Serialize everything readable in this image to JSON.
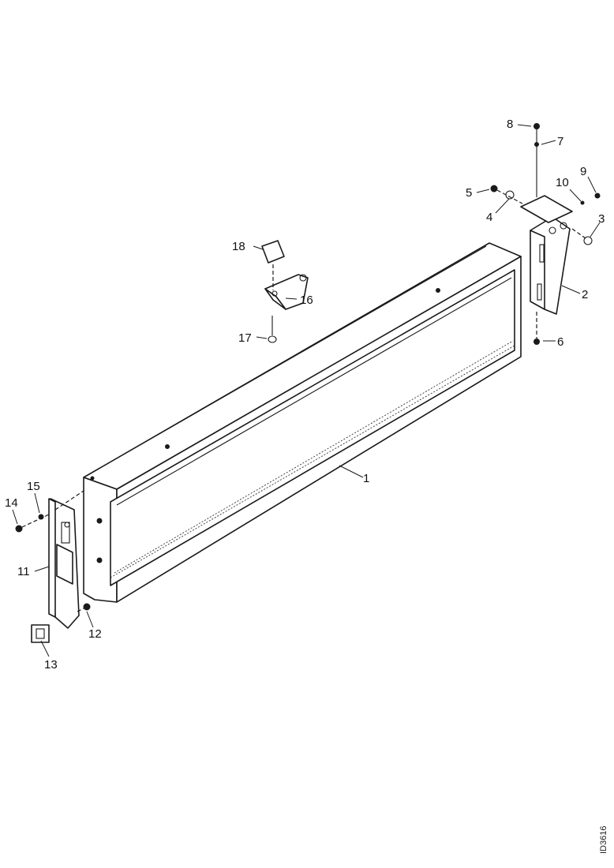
{
  "diagram": {
    "labels": {
      "p1": "1",
      "p2": "2",
      "p3": "3",
      "p4": "4",
      "p5": "5",
      "p6": "6",
      "p7": "7",
      "p8": "8",
      "p9": "9",
      "p10": "10",
      "p11": "11",
      "p12": "12",
      "p13": "13",
      "p14": "14",
      "p15": "15",
      "p16": "16",
      "p17": "17",
      "p18": "18"
    },
    "figure_code": "ID3616"
  }
}
